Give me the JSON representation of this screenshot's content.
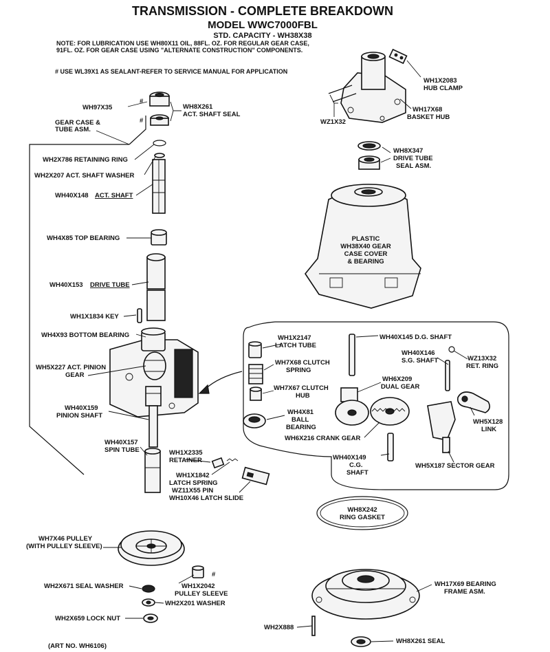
{
  "header": {
    "title": "TRANSMISSION - COMPLETE BREAKDOWN",
    "model": "MODEL WWC7000FBL",
    "std_capacity": "STD. CAPACITY  -  WH38X38",
    "note_line1": "NOTE: FOR LUBRICATION USE WH80X11 OIL, 88FL. OZ. FOR REGULAR GEAR CASE,",
    "note_line2": "91FL. OZ. FOR GEAR CASE USING \"ALTERNATE CONSTRUCTION\" COMPONENTS.",
    "sealant_note": "# USE WL39X1 AS SEALANT-REFER TO SERVICE MANUAL FOR APPLICATION"
  },
  "labels": {
    "wh97x35": "WH97X35",
    "wh8x261_top_1": "WH8X261",
    "wh8x261_top_2": "ACT. SHAFT SEAL",
    "gear_case_1": "GEAR CASE &",
    "gear_case_2": "TUBE ASM.",
    "wh2x786": "WH2X786 RETAINING RING",
    "wh2x207": "WH2X207 ACT. SHAFT WASHER",
    "wh40x148_code": "WH40X148",
    "wh40x148_name": "ACT. SHAFT",
    "wh4x85": "WH4X85 TOP BEARING",
    "wh40x153_code": "WH40X153",
    "wh40x153_name": "DRIVE TUBE",
    "wh1x1834": "WH1X1834 KEY",
    "wh4x93": "WH4X93 BOTTOM BEARING",
    "wh5x227_1": "WH5X227 ACT. PINION",
    "wh5x227_2": "GEAR",
    "wh40x159_1": "WH40X159",
    "wh40x159_2": "PINION SHAFT",
    "wh40x157_1": "WH40X157",
    "wh40x157_2": "SPIN TUBE",
    "wh1x2335_1": "WH1X2335",
    "wh1x2335_2": "RETAINER",
    "wh1x1842_1": "WH1X1842",
    "wh1x1842_2": "LATCH SPRING",
    "wz11x55": "WZ11X55 PIN",
    "wh10x46": "WH10X46 LATCH SLIDE",
    "wh7x46_1": "WH7X46 PULLEY",
    "wh7x46_2": "(WITH PULLEY SLEEVE)",
    "wh2x671": "WH2X671 SEAL WASHER",
    "wh1x2042_1": "WH1X2042",
    "wh1x2042_2": "PULLEY SLEEVE",
    "wh2x201": "WH2X201 WASHER",
    "wh2x659": "WH2X659 LOCK NUT",
    "art_no": "(ART NO. WH6106)",
    "wh1x2083_1": "WH1X2083",
    "wh1x2083_2": "HUB CLAMP",
    "wh17x68_1": "WH17X68",
    "wh17x68_2": "BASKET HUB",
    "wz1x32": "WZ1X32",
    "wh8x347_1": "WH8X347",
    "wh8x347_2": "DRIVE TUBE",
    "wh8x347_3": "SEAL ASM.",
    "cover_1": "PLASTIC",
    "cover_2": "WH38X40 GEAR",
    "cover_3": "CASE COVER",
    "cover_4": "& BEARING",
    "wh1x2147_1": "WH1X2147",
    "wh1x2147_2": "LATCH TUBE",
    "wh40x145": "WH40X145 D.G. SHAFT",
    "wh7x68_1": "WH7X68 CLUTCH",
    "wh7x68_2": "SPRING",
    "wh40x146_1": "WH40X146",
    "wh40x146_2": "S.G. SHAFT",
    "wz13x32_1": "WZ13X32",
    "wz13x32_2": "RET. RING",
    "wh6x209_1": "WH6X209",
    "wh6x209_2": "DUAL GEAR",
    "wh7x67_1": "WH7X67 CLUTCH",
    "wh7x67_2": "HUB",
    "wh4x81_1": "WH4X81",
    "wh4x81_2": "BALL",
    "wh4x81_3": "BEARING",
    "wh5x128_1": "WH5X128",
    "wh5x128_2": "LINK",
    "wh6x216": "WH6X216 CRANK GEAR",
    "wh40x149_1": "WH40X149",
    "wh40x149_2": "C.G.",
    "wh40x149_3": "SHAFT",
    "wh5x187": "WH5X187 SECTOR GEAR",
    "wh8x242_1": "WH8X242",
    "wh8x242_2": "RING GASKET",
    "wh17x69_1": "WH17X69 BEARING",
    "wh17x69_2": "FRAME ASM.",
    "wh2x888": "WH2X888",
    "wh8x261_bottom": "WH8X261 SEAL",
    "hash_mark": "#"
  }
}
